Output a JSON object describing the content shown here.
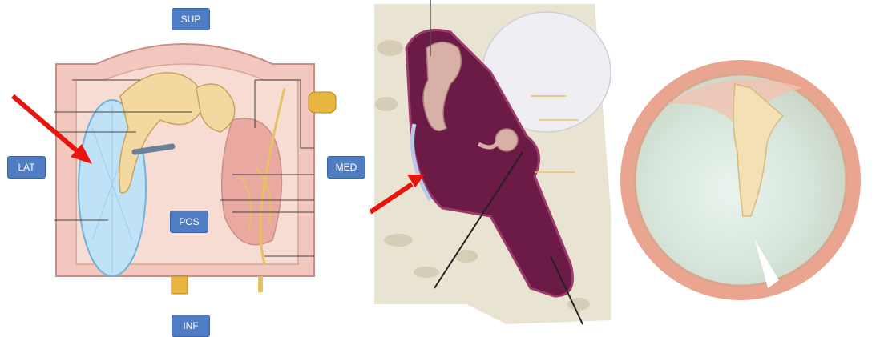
{
  "orientation_labels": {
    "superior": "SUP",
    "lateral": "LAT",
    "medial": "MED",
    "posterior": "POS",
    "inferior": "INF"
  },
  "colors": {
    "label_background": "#4f7cc2",
    "arrow": "#e8150f",
    "bone": "#f3d9a0",
    "tympanic_membrane": "#bfe2f6",
    "mucosa": "#f0b9b0",
    "cavity": "#6b1b45"
  },
  "icons": [
    "red-arrow-icon"
  ]
}
